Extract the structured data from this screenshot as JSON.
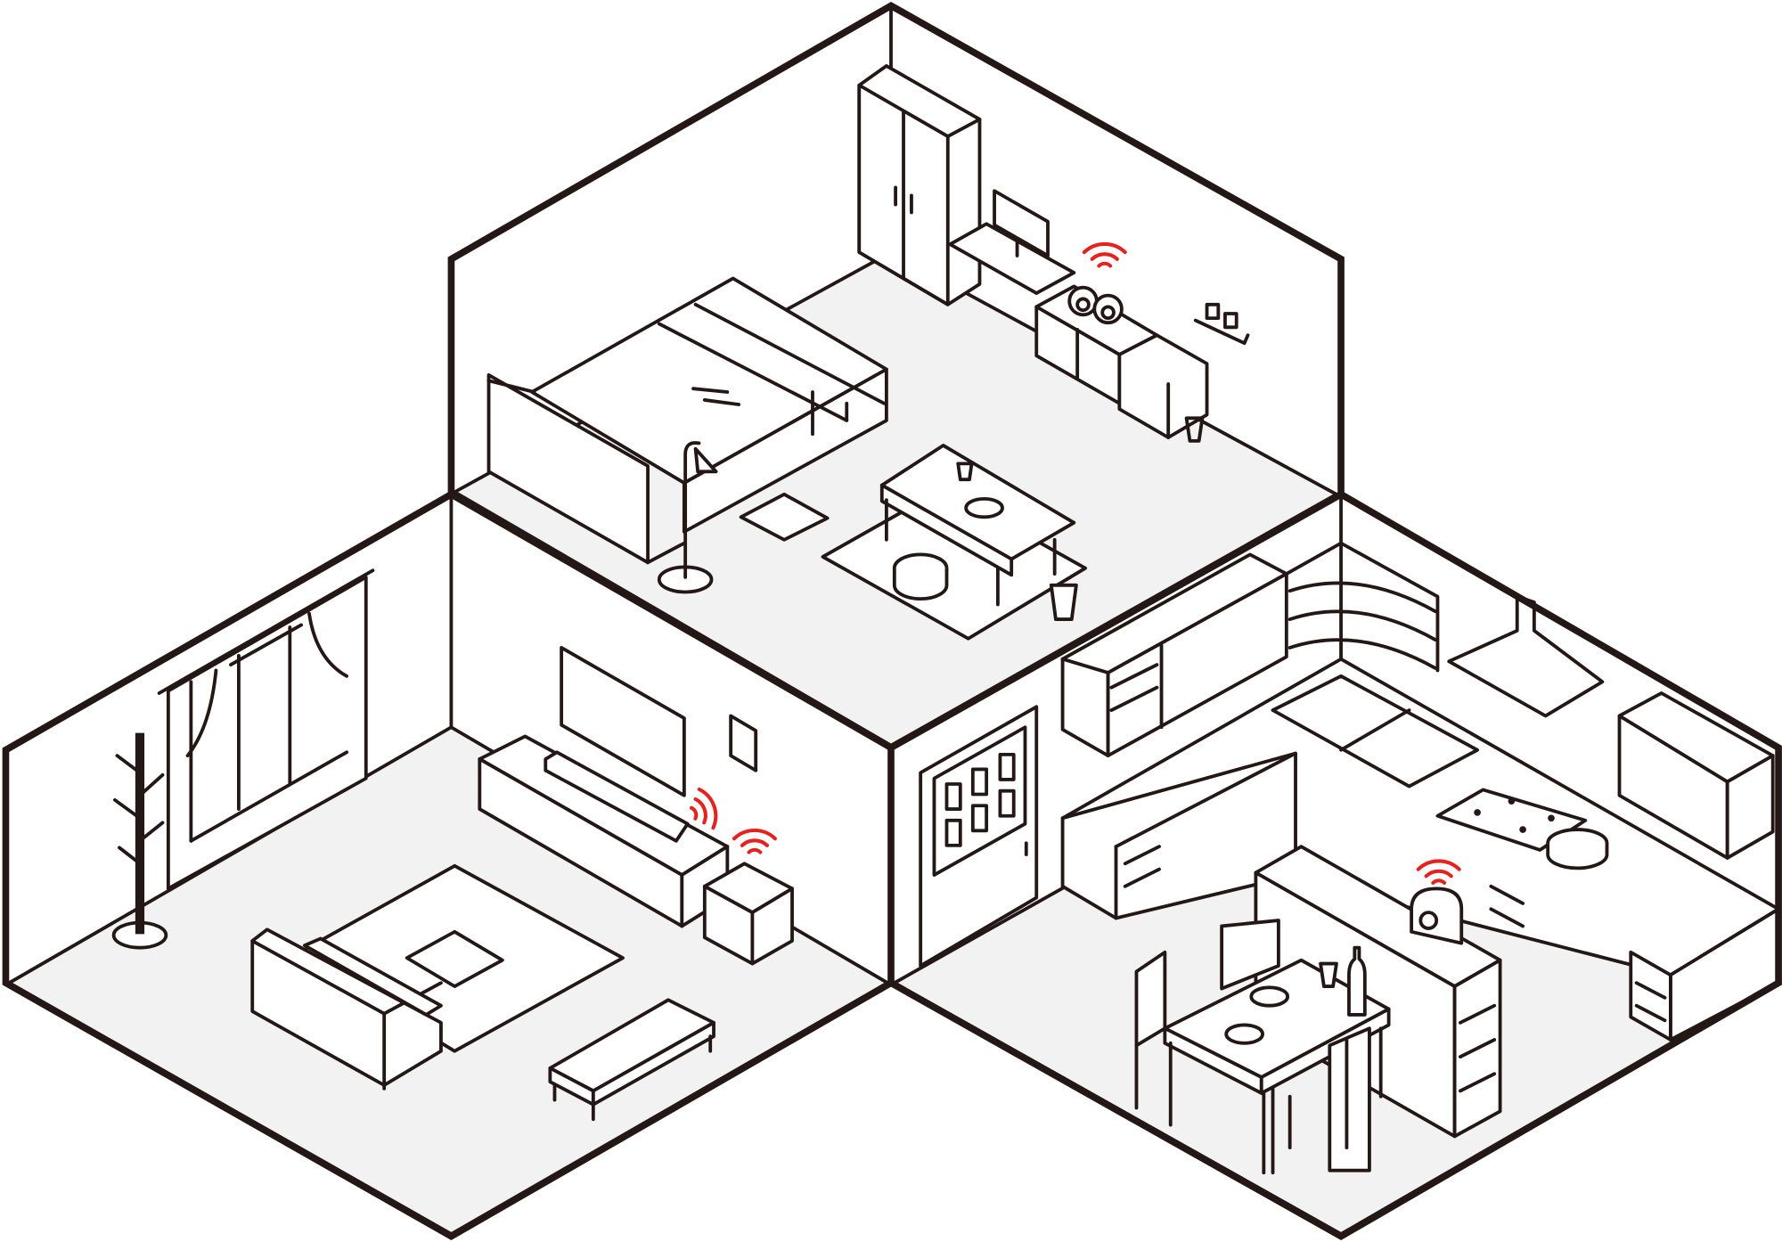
{
  "illustration": {
    "rooms": [
      "bedroom",
      "living-room",
      "kitchen"
    ],
    "icons": [
      "wifi-signal-icon"
    ],
    "colors": {
      "line": "#231815",
      "floor": "#f2f2f2",
      "wall": "#ffffff",
      "signal": "#e4231f"
    }
  }
}
